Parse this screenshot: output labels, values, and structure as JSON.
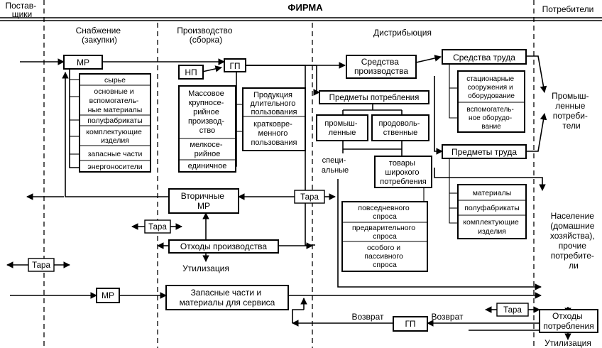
{
  "header": {
    "suppliers": [
      "Постав-",
      "щики"
    ],
    "firm": "ФИРМА",
    "consumers": "Потребители"
  },
  "columns": {
    "supply": [
      "Снабжение",
      "(закупки)"
    ],
    "production": [
      "Производство",
      "(сборка)"
    ],
    "distribution": "Дистрибьюция"
  },
  "supply": {
    "mr": "МР",
    "items": [
      [
        "сырье"
      ],
      [
        "основные и",
        "вспомогатель-",
        "ные материалы"
      ],
      [
        "полуфабрикаты"
      ],
      [
        "комплектующие",
        "изделия"
      ],
      [
        "запасные части"
      ],
      [
        "энергоносители"
      ]
    ]
  },
  "production": {
    "np": "НП",
    "gp": "ГП",
    "types": [
      [
        "Массовое",
        "крупносе-",
        "рийное",
        "производ-",
        "ство"
      ],
      [
        "мелкосе-",
        "рийное"
      ],
      [
        "единичное"
      ]
    ],
    "products": [
      [
        "Продукция",
        "длительного",
        "пользования"
      ],
      [
        "кратковре-",
        "менного",
        "пользования"
      ]
    ],
    "secondary_mr": [
      "Вторичные",
      "МР"
    ],
    "waste": "Отходы производства",
    "disposal": "Утилизация"
  },
  "distribution": {
    "means_production": [
      "Средства",
      "производства"
    ],
    "consumer_goods": "Предметы потребления",
    "industrial": [
      "промыш-",
      "ленные"
    ],
    "food": [
      "продоволь-",
      "ственные"
    ],
    "special": [
      "специ-",
      "альные"
    ],
    "mass": [
      "товары",
      "широкого",
      "потребления"
    ],
    "demand": [
      [
        "повседневного",
        "спроса"
      ],
      [
        "предварительного",
        "спроса"
      ],
      [
        "особого и",
        "пассивного",
        "спроса"
      ]
    ],
    "means_labor": "Средства труда",
    "means_labor_items": [
      [
        "стационарные",
        "сооружения и",
        "оборудование"
      ],
      [
        "вспомогатель-",
        "ное оборудо-",
        "вание"
      ]
    ],
    "objects_labor": "Предметы труда",
    "objects_labor_items": [
      [
        "материалы"
      ],
      [
        "полуфабрикаты"
      ],
      [
        "комплектующие",
        "изделия"
      ]
    ]
  },
  "consumers": {
    "industrial": [
      "Промыш-",
      "ленные",
      "потреби-",
      "тели"
    ],
    "population": [
      "Население",
      "(домашние",
      "хозяйства),",
      "прочие",
      "потребите-",
      "ли"
    ]
  },
  "service": {
    "mr": "МР",
    "parts": [
      "Запасные части и",
      "материалы для сервиса"
    ]
  },
  "returns": {
    "gp": "ГП",
    "return_label": "Возврат",
    "waste": [
      "Отходы",
      "потребления"
    ],
    "disposal": "Утилизация"
  },
  "tara": "Тара"
}
